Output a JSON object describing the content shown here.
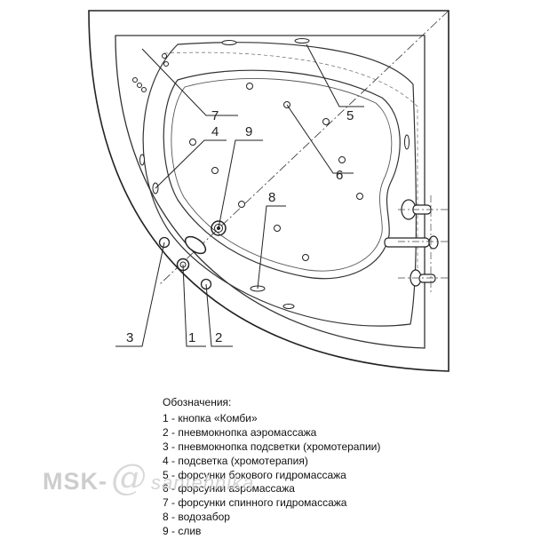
{
  "callouts": [
    "1",
    "2",
    "3",
    "4",
    "5",
    "6",
    "7",
    "8",
    "9"
  ],
  "legend": {
    "title": "Обозначения:",
    "items": [
      "1 - кнопка «Комби»",
      "2 - пневмокнопка аэромассажа",
      "3 - пневмокнопка подсветки (хромотерапии)",
      "4 - подсветка (хромотерапия)",
      "5 - форсунки бокового гидромассажа",
      "6 - форсунки аэромассажа",
      "7 - форсунки спинного гидромассажа",
      "8 - водозабор",
      "9 - слив"
    ]
  },
  "watermark": {
    "brand": "MSK-",
    "at": "@",
    "rest": "santehnika"
  }
}
